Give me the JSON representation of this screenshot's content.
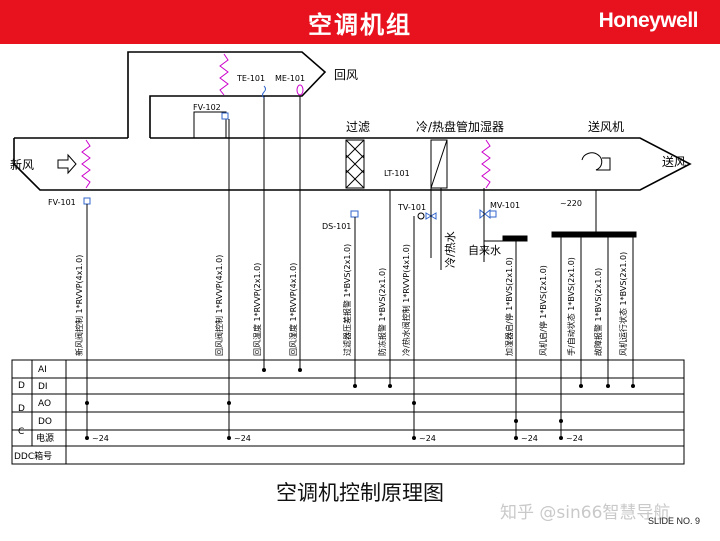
{
  "header": {
    "title": "空调机组",
    "logo": "Honeywell"
  },
  "duct": {
    "fresh_air": "新风",
    "return_air": "回风",
    "supply_air": "送风",
    "filter": "过滤",
    "coil": "冷/热盘管加湿器",
    "fan": "送风机",
    "cold_hot_water": "冷/热水",
    "tap_water": "自来水"
  },
  "tags": {
    "fv101": "FV-101",
    "fv102": "FV-102",
    "te101": "TE-101",
    "me101": "ME-101",
    "ds101": "DS-101",
    "lt101": "LT-101",
    "tv101": "TV-101",
    "mv101": "MV-101",
    "tilde220": "~220"
  },
  "signals": [
    "新风阀控制 1*RVVP(4x1.0)",
    "回风阀控制 1*RVVP(4x1.0)",
    "回风温度 1*RVVP(2x1.0)",
    "回风湿度 1*RVVP(4x1.0)",
    "过滤器压差报警 1*BVS(2x1.0)",
    "防冻报警 1*BVS(2x1.0)",
    "冷/热水阀控制 1*RVVP(4x1.0)",
    "加湿器启/停 1*BVS(2x1.0)",
    "风机启/停 1*BVS(2x1.0)",
    "手/自动状态 1*BVS(2x1.0)",
    "故障报警 1*BVS(2x1.0)",
    "风机运行状态 1*BVS(2x1.0)"
  ],
  "table": {
    "rows": [
      "AI",
      "DI",
      "AO",
      "DO",
      "电源",
      "DDC箱号"
    ],
    "side": [
      "D",
      "D",
      "C"
    ],
    "power": "~24"
  },
  "footer": {
    "caption": "空调机控制原理图",
    "watermark": "知乎 @sin66智慧导航",
    "slide": "SLIDE NO. 9"
  }
}
